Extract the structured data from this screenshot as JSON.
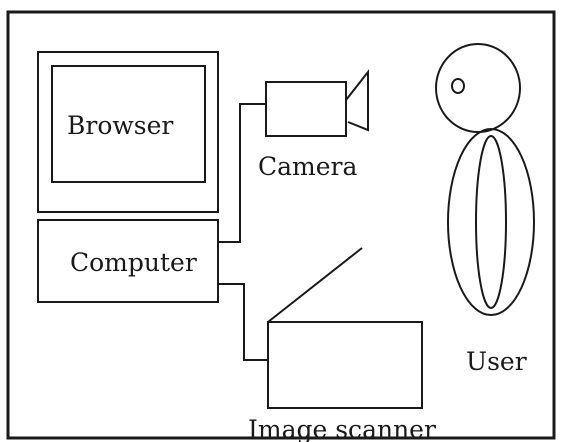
{
  "labels": {
    "browser": "Browser",
    "camera": "Camera",
    "computer": "Computer",
    "user": "User",
    "image_scanner": "Image scanner"
  }
}
